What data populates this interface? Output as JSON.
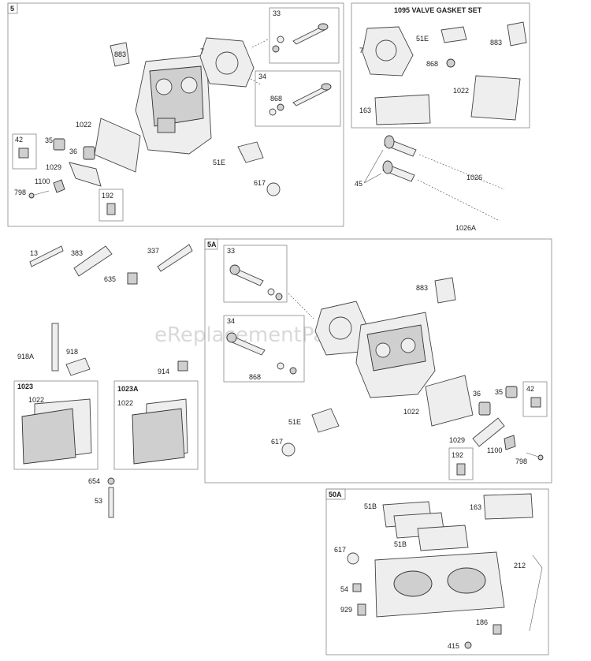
{
  "watermark": "eReplacementParts.com",
  "groups": {
    "g5": "5",
    "g1095": "1095 VALVE GASKET SET",
    "g5a": "5A",
    "g50a": "50A",
    "g1023": "1023",
    "g1023a": "1023A"
  },
  "callouts": {
    "c883a": "883",
    "c7a": "7",
    "c33a": "33",
    "c34a": "34",
    "c868a": "868",
    "c1022a": "1022",
    "c42a": "42",
    "c35a": "35",
    "c36a": "36",
    "c1029a": "1029",
    "c1100a": "1100",
    "c798a": "798",
    "c192a": "192",
    "c51ea": "51E",
    "c617a": "617",
    "c7b": "7",
    "c51eb": "51E",
    "c883b": "883",
    "c868b": "868",
    "c1022b": "1022",
    "c163a": "163",
    "c45": "45",
    "c1026": "1026",
    "c1026a": "1026A",
    "c13": "13",
    "c383": "383",
    "c337": "337",
    "c635": "635",
    "c918a": "918A",
    "c918": "918",
    "c914": "914",
    "c1022c": "1022",
    "c1022d": "1022",
    "c654": "654",
    "c53": "53",
    "c33b": "33",
    "c883c": "883",
    "c34b": "34",
    "c868c": "868",
    "c1022e": "1022",
    "c51ec": "51E",
    "c617b": "617",
    "c36b": "36",
    "c35b": "35",
    "c42b": "42",
    "c1029b": "1029",
    "c1100b": "1100",
    "c798b": "798",
    "c192b": "192",
    "c51b1": "51B",
    "c163b": "163",
    "c51b2": "51B",
    "c617c": "617",
    "c212": "212",
    "c54": "54",
    "c929": "929",
    "c186": "186",
    "c415": "415"
  }
}
